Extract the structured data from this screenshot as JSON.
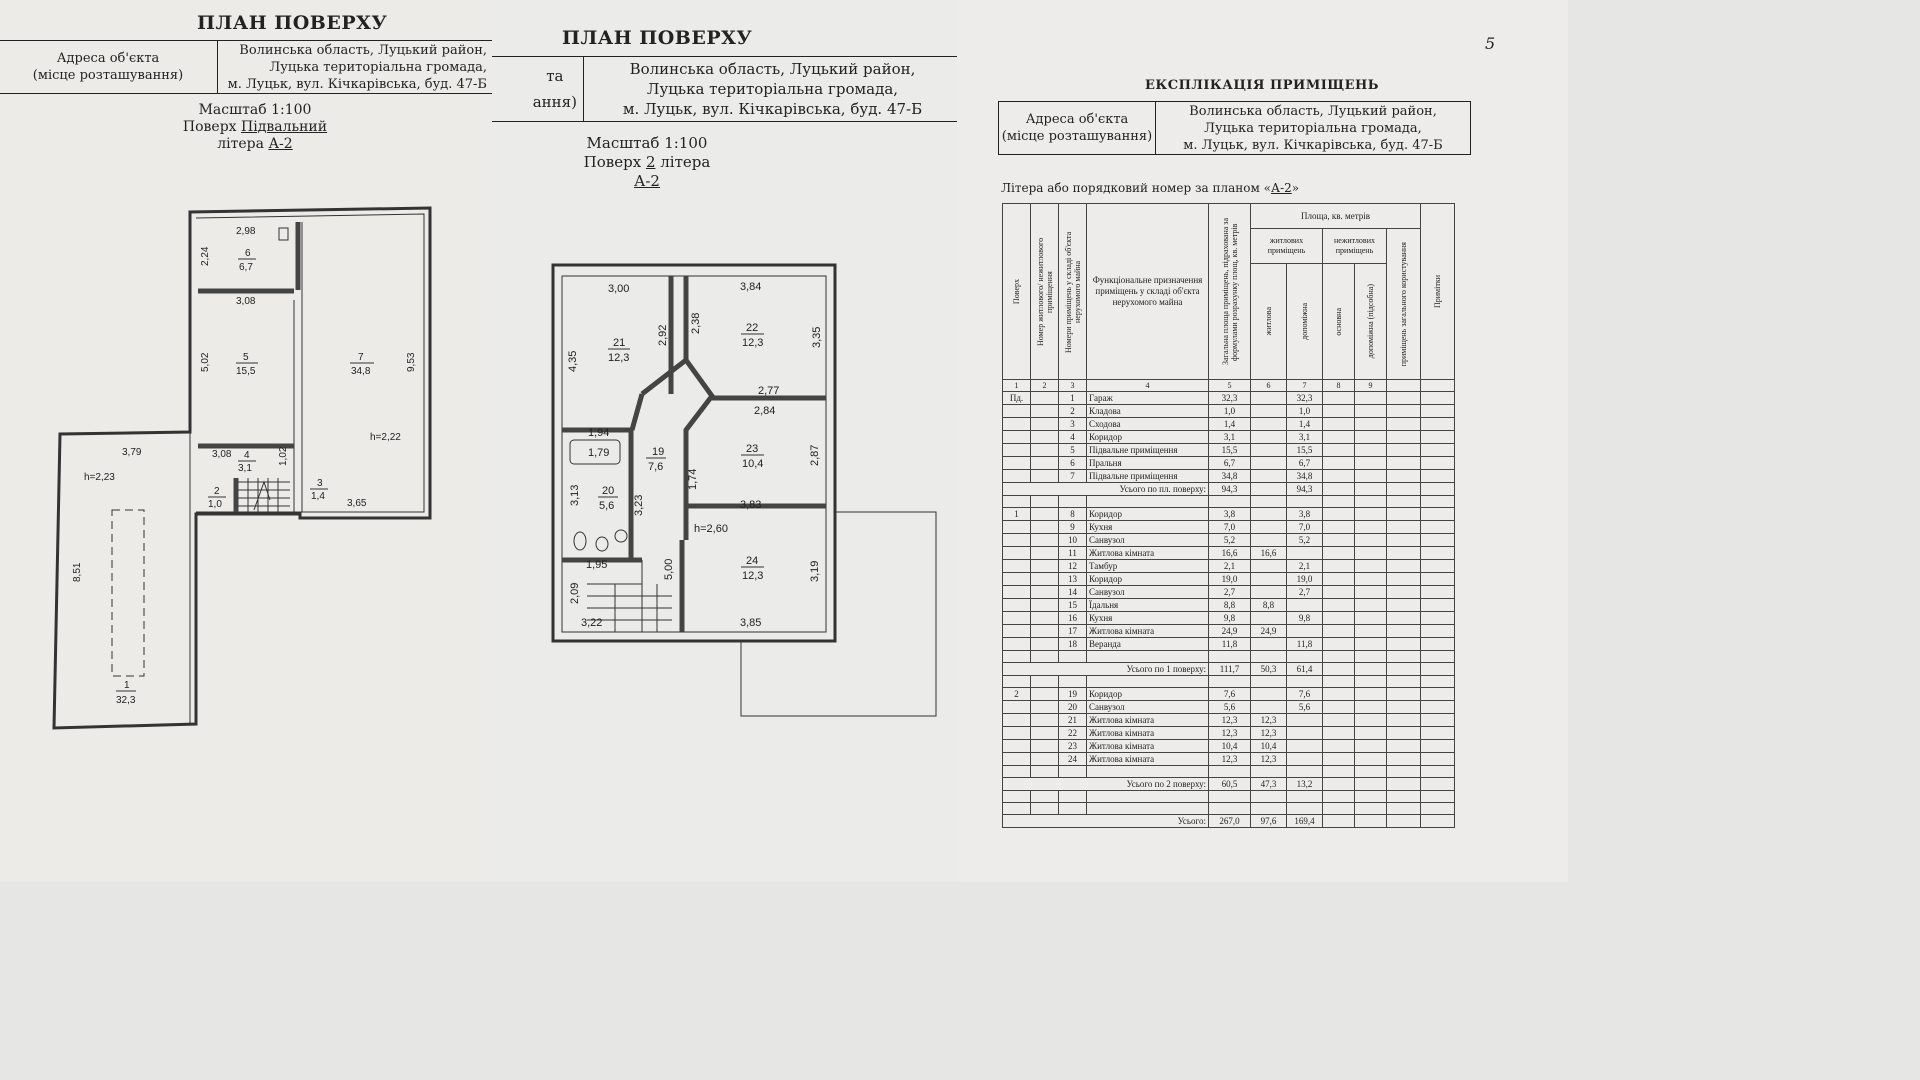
{
  "sheet1": {
    "title": "ПЛАН ПОВЕРХУ",
    "address_label": [
      "Адреса об'єкта",
      "(місце розташування)"
    ],
    "address_value": [
      "Волинська область, Луцький район,",
      "Луцька територіальна громада,",
      "м. Луцьк, вул. Кічкарівська, буд. 47-Б"
    ],
    "scale": "Масштаб 1:100",
    "floor_prefix": "Поверх ",
    "floor_value": "Підвальний",
    "litera_prefix": " літера ",
    "litera_value": "А-2",
    "rooms": [
      {
        "num": "1",
        "area": "32,3"
      },
      {
        "num": "2",
        "area": "1,0"
      },
      {
        "num": "3",
        "area": "1,4"
      },
      {
        "num": "4",
        "area": "3,1"
      },
      {
        "num": "5",
        "area": "15,5"
      },
      {
        "num": "6",
        "area": "6,7"
      },
      {
        "num": "7",
        "area": "34,8"
      }
    ],
    "dims": [
      "2,98",
      "2,24",
      "3,08",
      "5,02",
      "9,53",
      "3,79",
      "h=2,23",
      "3,08",
      "1,02",
      "h=2,22",
      "3,65",
      "8,51"
    ]
  },
  "sheet2": {
    "title": "ПЛАН ПОВЕРХУ",
    "address_label": [
      "та",
      "ання)"
    ],
    "address_value": [
      "Волинська область, Луцький район,",
      "Луцька територіальна громада,",
      "м. Луцьк, вул. Кічкарівська, буд. 47-Б"
    ],
    "scale": "Масштаб 1:100",
    "floor_prefix": "Поверх ",
    "floor_value": "2",
    "litera_prefix": " літера ",
    "litera_value": "А-2",
    "rooms": [
      {
        "num": "19",
        "area": "7,6"
      },
      {
        "num": "20",
        "area": "5,6"
      },
      {
        "num": "21",
        "area": "12,3"
      },
      {
        "num": "22",
        "area": "12,3"
      },
      {
        "num": "23",
        "area": "10,4"
      },
      {
        "num": "24",
        "area": "12,3"
      }
    ],
    "dims": [
      "3,00",
      "3,84",
      "2,92",
      "2,38",
      "4,35",
      "3,35",
      "2,77",
      "2,84",
      "1,94",
      "1,79",
      "2,87",
      "1,74",
      "3,13",
      "3,23",
      "3,83",
      "h=2,60",
      "1,95",
      "5,00",
      "2,09",
      "3,19",
      "3,22",
      "3,85"
    ]
  },
  "sheet3": {
    "page_number": "5",
    "title": "ЕКСПЛІКАЦІЯ ПРИМІЩЕНЬ",
    "address_label": [
      "Адреса об'єкта",
      "(місце розташування)"
    ],
    "address_value": [
      "Волинська область, Луцький район,",
      "Луцька територіальна громада,",
      "м. Луцьк, вул. Кічкарівська, буд. 47-Б"
    ],
    "litera_prefix": "Літера або порядковий номер за планом «",
    "litera_value": "А-2",
    "litera_suffix": "»",
    "headers": {
      "floor": "Поверх",
      "apt": "Номер житлового/ нежитлового приміщення",
      "room_no": "Номери приміщень у складі об'єкта нерухомого майна",
      "purpose": "Функціональне призначення приміщень у складі об'єкта нерухомого майна",
      "total": "Загальна площа приміщень, підрахована за формулами розрахунку площ, кв. метрів",
      "area_group": "Площа, кв. метрів",
      "living_group": "житлових приміщень",
      "nonliving_group": "нежитлових приміщень",
      "living_main": "житлова",
      "living_aux": "допоміжна",
      "nl_main": "основна",
      "nl_aux": "допоміжна (підсобна)",
      "common": "приміщень загального користування",
      "notes": "Примітки"
    },
    "index_row": [
      "1",
      "2",
      "3",
      "4",
      "5",
      "6",
      "7",
      "8",
      "9",
      "",
      "",
      ""
    ],
    "rows": [
      {
        "floor": "Пд.",
        "no": "1",
        "name": "Гараж",
        "total": "32,3",
        "living": "",
        "aux": "32,3"
      },
      {
        "floor": "",
        "no": "2",
        "name": "Кладова",
        "total": "1,0",
        "living": "",
        "aux": "1,0"
      },
      {
        "floor": "",
        "no": "3",
        "name": "Сходова",
        "total": "1,4",
        "living": "",
        "aux": "1,4"
      },
      {
        "floor": "",
        "no": "4",
        "name": "Коридор",
        "total": "3,1",
        "living": "",
        "aux": "3,1"
      },
      {
        "floor": "",
        "no": "5",
        "name": "Підвальне приміщення",
        "total": "15,5",
        "living": "",
        "aux": "15,5"
      },
      {
        "floor": "",
        "no": "6",
        "name": "Пральня",
        "total": "6,7",
        "living": "",
        "aux": "6,7"
      },
      {
        "floor": "",
        "no": "7",
        "name": "Підвальне приміщення",
        "total": "34,8",
        "living": "",
        "aux": "34,8"
      },
      {
        "total_label": "Усього по пл. поверху:",
        "total": "94,3",
        "living": "",
        "aux": "94,3"
      },
      {
        "gap": true
      },
      {
        "floor": "1",
        "no": "8",
        "name": "Коридор",
        "total": "3,8",
        "living": "",
        "aux": "3,8"
      },
      {
        "floor": "",
        "no": "9",
        "name": "Кухня",
        "total": "7,0",
        "living": "",
        "aux": "7,0"
      },
      {
        "floor": "",
        "no": "10",
        "name": "Санвузол",
        "total": "5,2",
        "living": "",
        "aux": "5,2"
      },
      {
        "floor": "",
        "no": "11",
        "name": "Житлова кімната",
        "total": "16,6",
        "living": "16,6",
        "aux": ""
      },
      {
        "floor": "",
        "no": "12",
        "name": "Тамбур",
        "total": "2,1",
        "living": "",
        "aux": "2,1"
      },
      {
        "floor": "",
        "no": "13",
        "name": "Коридор",
        "total": "19,0",
        "living": "",
        "aux": "19,0"
      },
      {
        "floor": "",
        "no": "14",
        "name": "Санвузол",
        "total": "2,7",
        "living": "",
        "aux": "2,7"
      },
      {
        "floor": "",
        "no": "15",
        "name": "Їдальня",
        "total": "8,8",
        "living": "8,8",
        "aux": ""
      },
      {
        "floor": "",
        "no": "16",
        "name": "Кухня",
        "total": "9,8",
        "living": "",
        "aux": "9,8"
      },
      {
        "floor": "",
        "no": "17",
        "name": "Житлова кімната",
        "total": "24,9",
        "living": "24,9",
        "aux": ""
      },
      {
        "floor": "",
        "no": "18",
        "name": "Веранда",
        "total": "11,8",
        "living": "",
        "aux": "11,8"
      },
      {
        "gap": true
      },
      {
        "total_label": "Усього по 1 поверху:",
        "total": "111,7",
        "living": "50,3",
        "aux": "61,4"
      },
      {
        "gap": true
      },
      {
        "floor": "2",
        "no": "19",
        "name": "Коридор",
        "total": "7,6",
        "living": "",
        "aux": "7,6"
      },
      {
        "floor": "",
        "no": "20",
        "name": "Санвузол",
        "total": "5,6",
        "living": "",
        "aux": "5,6"
      },
      {
        "floor": "",
        "no": "21",
        "name": "Житлова кімната",
        "total": "12,3",
        "living": "12,3",
        "aux": ""
      },
      {
        "floor": "",
        "no": "22",
        "name": "Житлова кімната",
        "total": "12,3",
        "living": "12,3",
        "aux": ""
      },
      {
        "floor": "",
        "no": "23",
        "name": "Житлова кімната",
        "total": "10,4",
        "living": "10,4",
        "aux": ""
      },
      {
        "floor": "",
        "no": "24",
        "name": "Житлова кімната",
        "total": "12,3",
        "living": "12,3",
        "aux": ""
      },
      {
        "gap": true
      },
      {
        "total_label": "Усього по 2 поверху:",
        "total": "60,5",
        "living": "47,3",
        "aux": "13,2"
      },
      {
        "gap": true
      },
      {
        "gap": true
      }
    ],
    "grand_total": {
      "label": "Усього:",
      "total": "267,0",
      "living": "97,6",
      "aux": "169,4"
    }
  }
}
